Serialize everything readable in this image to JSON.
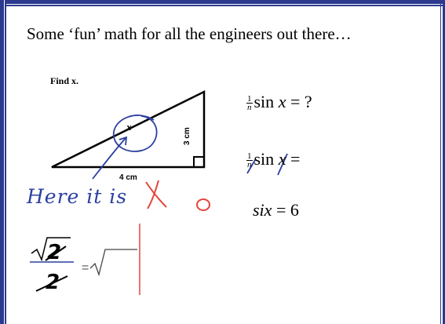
{
  "slide": {
    "heading": "Some ‘fun’ math for all the engineers out there…",
    "find_label": "Find x.",
    "triangle": {
      "side_label": "3 cm",
      "base_label": "4 cm",
      "x_label": "x"
    },
    "handwriting": "Here it is",
    "equations": {
      "eq1_num": "1",
      "eq1_den": "n",
      "eq1_rest_sin": "sin",
      "eq1_var": "x",
      "eq1_tail": " = ?",
      "eq2_num": "1",
      "eq2_den": "n",
      "eq2_rest_sin": "sin",
      "eq2_var": "x",
      "eq2_tail": " =",
      "eq3_var": "six",
      "eq3_tail": " = 6"
    },
    "sqrt_num": "2",
    "sqrt_den": "2",
    "sqrt_eq": "="
  },
  "colors": {
    "border": "#2b3a8f",
    "ink_blue": "#2b3fa0",
    "ink_red": "#e2453a"
  }
}
